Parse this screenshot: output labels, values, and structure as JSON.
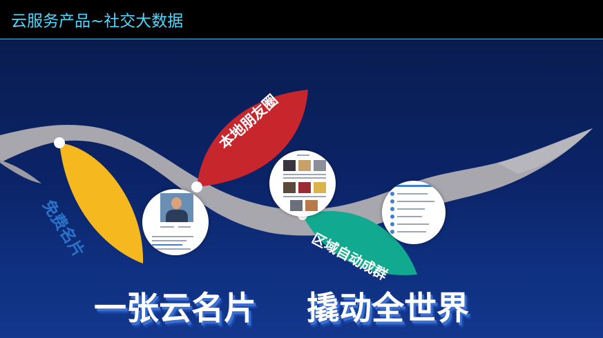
{
  "header": {
    "title": "云服务产品~社交大数据"
  },
  "petals": {
    "free_card": "免费名片",
    "local_circle": "本地朋友圈",
    "auto_group": "区域自动成群"
  },
  "slogan": {
    "left": "一张云名片",
    "right": "撬动全世界"
  },
  "colors": {
    "title": "#4fd8ff",
    "branch": "#a9a7ae",
    "petal_yellow": "#f6b81f",
    "petal_red": "#c7262d",
    "petal_teal": "#11a98f"
  }
}
